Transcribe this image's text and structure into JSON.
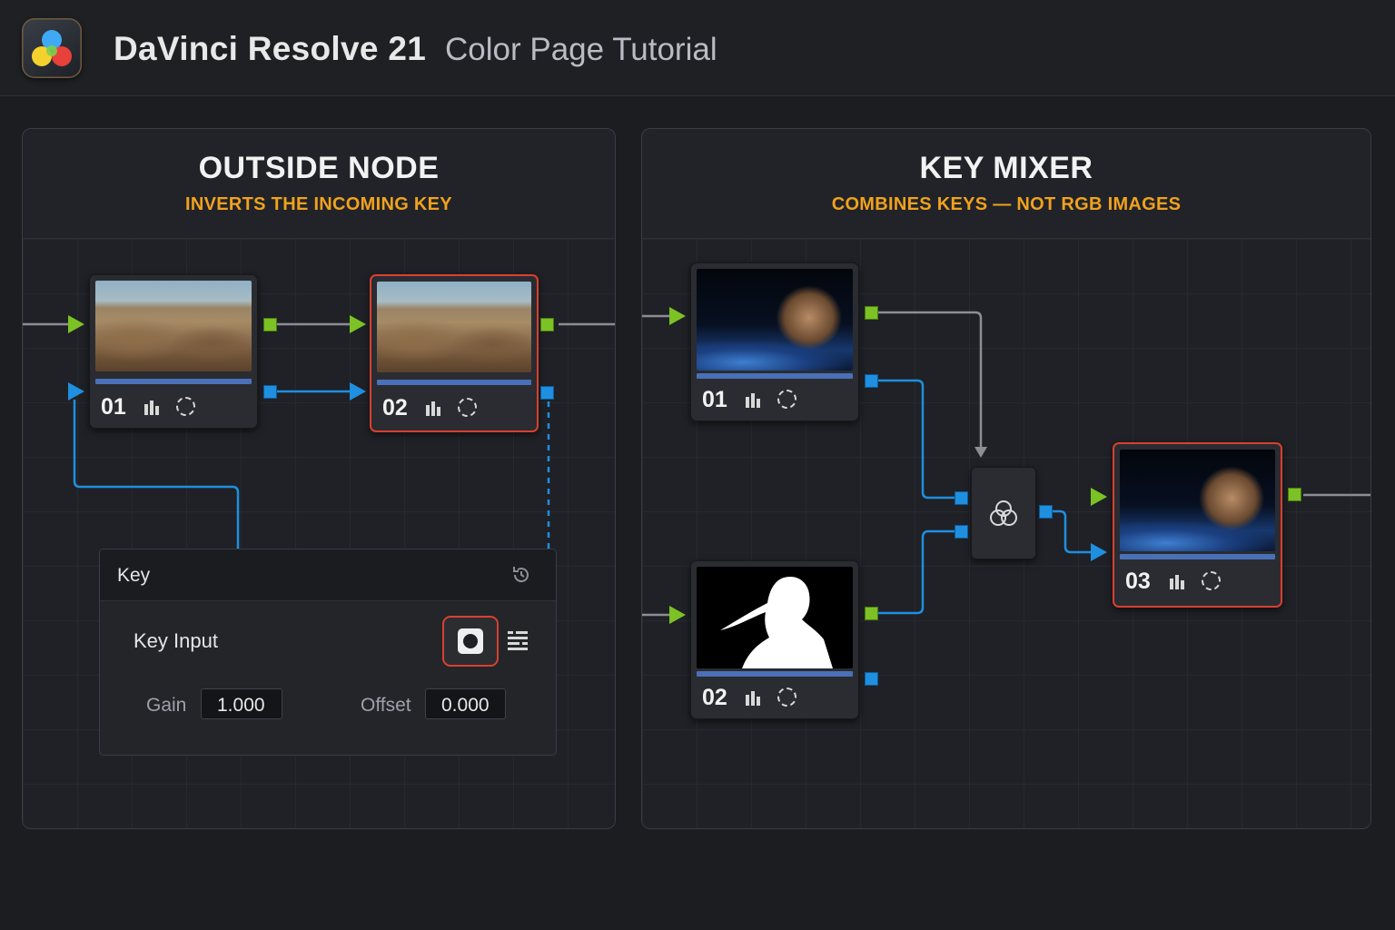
{
  "header": {
    "app_title": "DaVinci Resolve 21",
    "page_title": "Color Page Tutorial"
  },
  "outside_panel": {
    "title": "OUTSIDE NODE",
    "subtitle": "INVERTS THE INCOMING KEY",
    "nodes": [
      {
        "label": "01",
        "selected": false
      },
      {
        "label": "02",
        "selected": true
      }
    ],
    "key_panel": {
      "title": "Key",
      "key_input_label": "Key Input",
      "gain_label": "Gain",
      "gain_value": "1.000",
      "offset_label": "Offset",
      "offset_value": "0.000"
    }
  },
  "mixer_panel": {
    "title": "KEY MIXER",
    "subtitle": "COMBINES KEYS — NOT RGB IMAGES",
    "nodes": [
      {
        "label": "01",
        "selected": false
      },
      {
        "label": "02",
        "selected": false
      },
      {
        "label": "03",
        "selected": true
      }
    ]
  },
  "colors": {
    "accent_orange": "#f0a21e",
    "selection_red": "#d9402f",
    "rgb_port_green": "#7cc224",
    "key_port_blue": "#1f8fe0"
  },
  "icons": {
    "app_logo": "davinci-resolve-logo",
    "node_bars": "bar-chart-icon",
    "node_circle": "dashed-circle-icon",
    "reset": "reset-icon",
    "key_toggle": "key-toggle-icon",
    "menu": "options-menu-icon",
    "mixer": "key-mixer-icon"
  }
}
